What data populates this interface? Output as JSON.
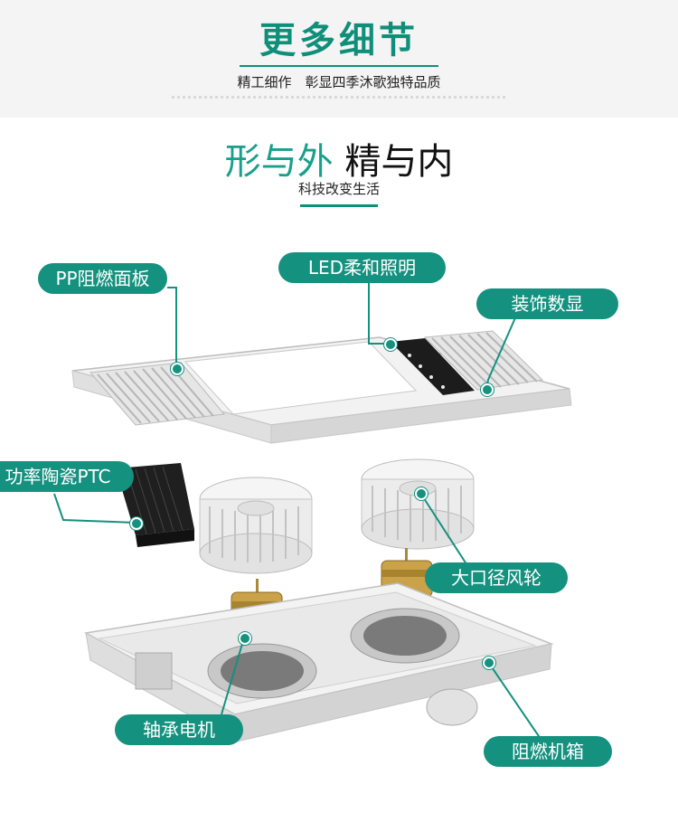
{
  "header": {
    "title": "更多细节",
    "subtitle": "精工细作　彰显四季沐歌独特品质"
  },
  "section": {
    "title_part1": "形与外",
    "title_part2": "精与内",
    "subtitle": "科技改变生活"
  },
  "callouts": {
    "panel": "PP阻燃面板",
    "led": "LED柔和照明",
    "display": "装饰数显",
    "ptc": "功率陶瓷PTC",
    "wheel": "大口径风轮",
    "motor": "轴承电机",
    "box": "阻燃机箱"
  },
  "colors": {
    "accent": "#15917f"
  }
}
